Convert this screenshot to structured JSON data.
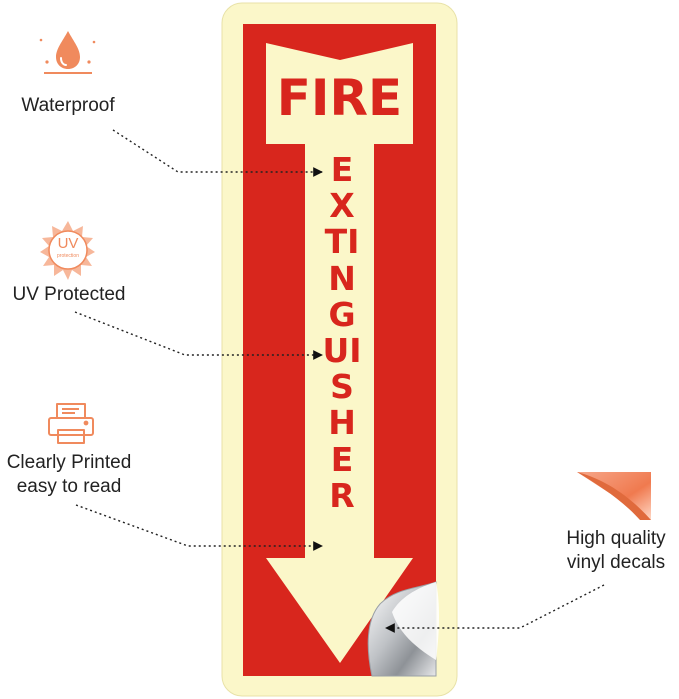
{
  "sign": {
    "top_word": "FIRE",
    "vertical_word": "EXTINGUISHER"
  },
  "features": [
    {
      "label_line1": "Waterproof",
      "label_line2": "",
      "icon": "water-drop-icon"
    },
    {
      "label_line1": "UV Protected",
      "label_line2": "",
      "icon": "uv-sun-icon",
      "icon_text": "UV",
      "icon_subtext": "protection"
    },
    {
      "label_line1": "Clearly Printed",
      "label_line2": "easy to read",
      "icon": "printer-icon"
    },
    {
      "label_line1": "High quality",
      "label_line2": "vinyl decals",
      "icon": "peel-corner-icon"
    }
  ],
  "colors": {
    "sign_red": "#d8261d",
    "sign_glow": "#fbf7c9",
    "icon_orange": "#f08a5d",
    "text": "#222222"
  }
}
